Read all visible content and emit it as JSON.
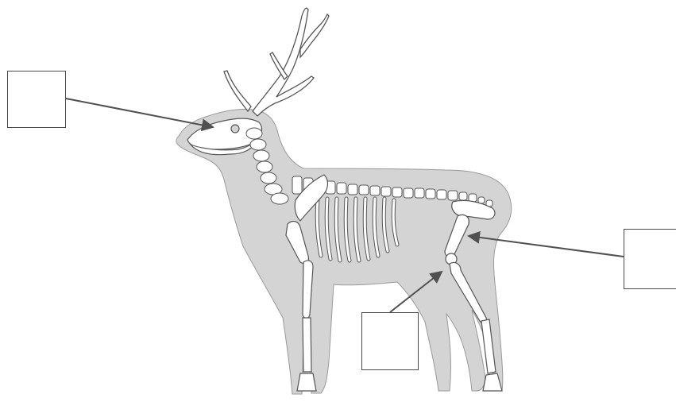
{
  "diagram": {
    "labels": [
      {
        "id": "head",
        "text": ""
      },
      {
        "id": "hip",
        "text": ""
      },
      {
        "id": "knee",
        "text": ""
      }
    ],
    "colors": {
      "body": "#d4d4d4",
      "body_outline": "#9a9a9a",
      "bone": "#ffffff",
      "bone_outline": "#6a6a6a",
      "line": "#505050"
    }
  }
}
